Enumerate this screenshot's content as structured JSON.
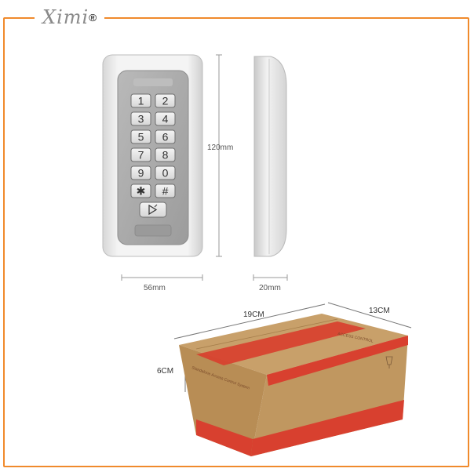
{
  "brand": {
    "logo_text": "Ximi",
    "trademark": "®",
    "accent": "#f08a2c"
  },
  "keypad": {
    "keys": [
      "1",
      "2",
      "3",
      "4",
      "5",
      "6",
      "7",
      "8",
      "9",
      "0",
      "✱",
      "#"
    ],
    "bell_key": "bell-icon"
  },
  "dimensions": {
    "height": "120mm",
    "width": "56mm",
    "depth": "20mm"
  },
  "box": {
    "length": "19CM",
    "width": "13CM",
    "height": "6CM",
    "print_front": "Standalone Access Control System",
    "print_top": "ACCESS CONTROL",
    "stripe_color": "#d8402f",
    "cardboard_color": "#c49a63"
  }
}
